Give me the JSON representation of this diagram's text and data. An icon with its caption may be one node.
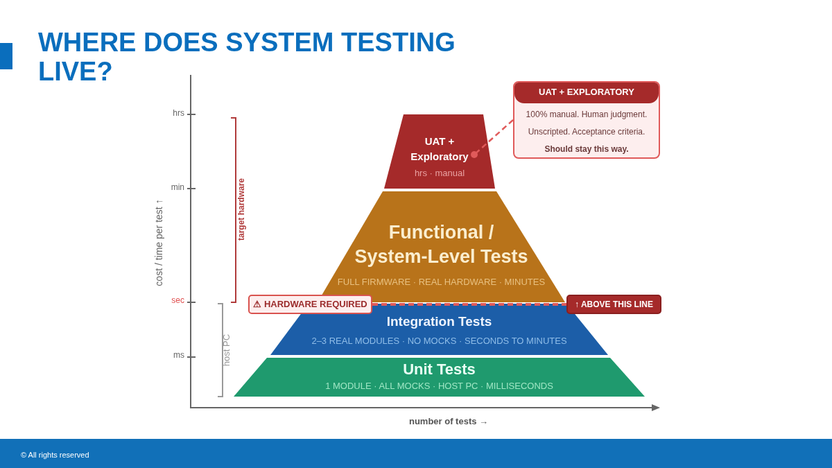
{
  "diagram": {
    "title": "WHERE DOES SYSTEM TESTING LIVE?",
    "nodes": [
      {
        "text": [
          "UAT + Exploratory",
          "hrs · manual"
        ]
      },
      {
        "text": [
          "Functional / System-Level Tests",
          "FULL FIRMWARE · REAL HARDWARE · MINUTES"
        ]
      },
      {
        "text": [
          "Integration Tests",
          "2–3 REAL MODULES · NO MOCKS · SECONDS TO MINUTES"
        ]
      },
      {
        "text": [
          "Unit Tests",
          "1 MODULE · ALL MOCKS · HOST PC · MILLISECONDS"
        ]
      },
      {
        "text": [
          "UAT + EXPLORATORY",
          "100% manual. Human judgment. Unscripted. Acceptance criteria. **Should stay this way.**"
        ]
      },
      {
        "text": [
          "⚠ HARDWARE REQUIRED"
        ]
      },
      {
        "text": [
          "↑ ABOVE THIS LINE"
        ]
      }
    ],
    "edges": [
      {
        "from": 5,
        "to": 6,
        "arrow": "none",
        "style": "dashed"
      },
      {
        "from": 4,
        "to": 0,
        "arrow": "other",
        "style": "dashed"
      }
    ],
    "labels": [
      "hrs",
      "min",
      "sec",
      "ms",
      "cost / time per test ↑",
      "target hardware",
      "host PC",
      "number of tests →",
      "© All rights reserved"
    ]
  }
}
